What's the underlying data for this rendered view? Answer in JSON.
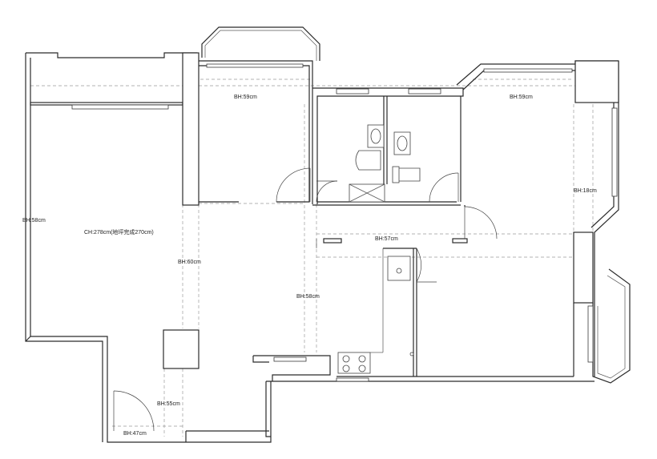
{
  "labels": {
    "ch": "CH:278cm(地坪完成270cm)",
    "bh_left": "BH:58cm",
    "bh_room1": "BH:59cm",
    "bh_room2": "BH:59cm",
    "bh_right": "BH:18cm",
    "bh_kitchen": "BH:57cm",
    "bh_corridor_a": "BH:60cm",
    "bh_corridor_b": "BH:58cm",
    "bh_entry_a": "BH:55cm",
    "bh_entry_b": "BH:47cm"
  }
}
